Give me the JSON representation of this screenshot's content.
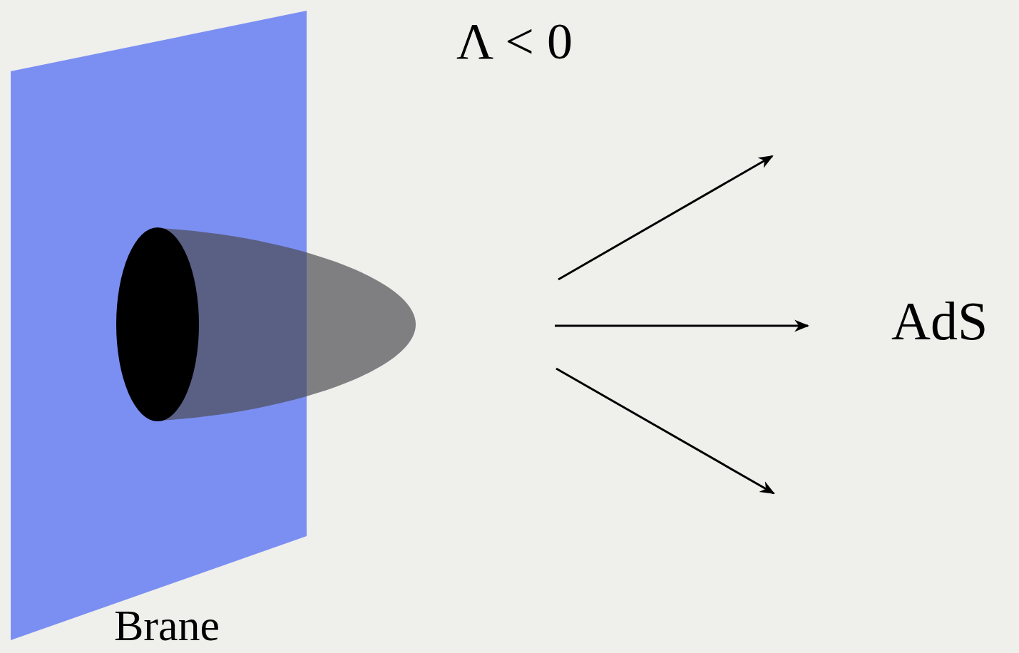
{
  "diagram": {
    "labels": [
      "Λ < 0",
      "AdS",
      "Brane"
    ]
  }
}
